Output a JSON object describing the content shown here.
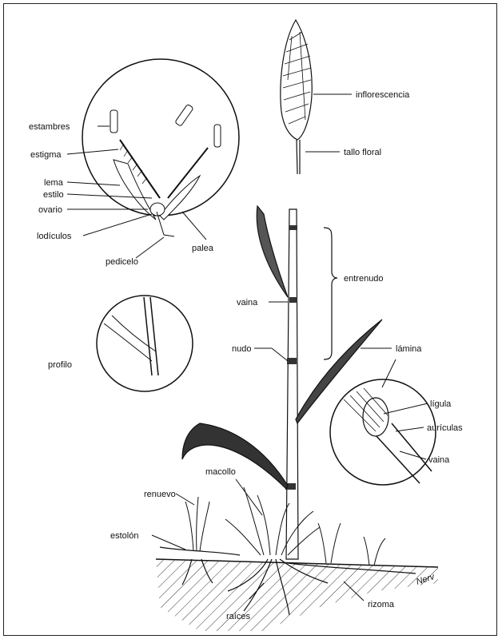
{
  "labels": {
    "inflorescencia": "inflorescencia",
    "tallo_floral": "tallo floral",
    "estambres": "estambres",
    "estigma": "estigma",
    "lema": "lema",
    "estilo": "estilo",
    "ovario": "ovario",
    "lodiculos": "lodículos",
    "palea": "palea",
    "pedicelo": "pedicelo",
    "entrenudo": "entrenudo",
    "vaina_tallo": "vaina",
    "nudo": "nudo",
    "profilo": "profilo",
    "lamina": "lámina",
    "ligula": "lígula",
    "auriculas": "aurículas",
    "vaina_detalle": "vaina",
    "macollo": "macollo",
    "renuevo": "renuevo",
    "estolon": "estolón",
    "raices": "raíces",
    "rizoma": "rizoma",
    "signature": "Nerv"
  },
  "colors": {
    "ink": "#111111",
    "background": "#ffffff"
  }
}
